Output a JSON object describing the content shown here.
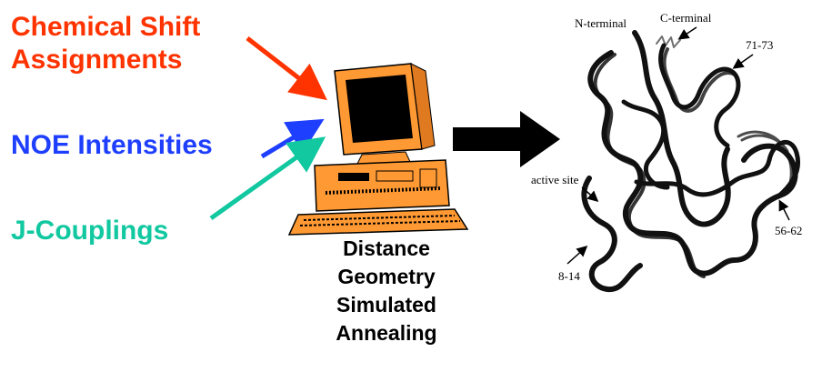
{
  "inputs": {
    "chemical_shift": "Chemical Shift Assignments",
    "noe": "NOE Intensities",
    "j_couplings": "J-Couplings"
  },
  "methods": [
    "Distance",
    "Geometry",
    "Simulated",
    "Annealing"
  ],
  "structure_annotations": {
    "n_terminal": "N-terminal",
    "c_terminal": "C-terminal",
    "residues_71_73": "71-73",
    "active_site": "active site",
    "residues_56_62": "56-62",
    "residues_8_14": "8-14"
  },
  "colors": {
    "chemical_shift": "#ff3300",
    "noe": "#1f3fff",
    "j_couplings": "#11c8a0",
    "computer": "#ff9933",
    "screen": "#000000"
  },
  "icons": [
    "computer-icon",
    "big-arrow-icon",
    "protein-ensemble"
  ]
}
